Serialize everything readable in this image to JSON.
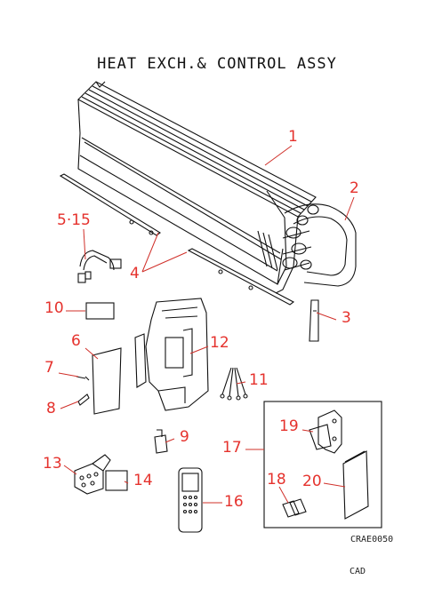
{
  "title": "HEAT EXCH.& CONTROL ASSY",
  "callouts": {
    "p1": "1",
    "p2": "2",
    "p3": "3",
    "p4": "4",
    "p5_15": "5·15",
    "p6": "6",
    "p7": "7",
    "p8": "8",
    "p9": "9",
    "p10": "10",
    "p11": "11",
    "p12": "12",
    "p13": "13",
    "p14": "14",
    "p16": "16",
    "p17": "17",
    "p18": "18",
    "p19": "19",
    "p20": "20"
  },
  "drawing_code": "CRAE0050",
  "cad_label": "CAD",
  "colors": {
    "callout": "#e5322d",
    "line": "#111111",
    "leader": "#d0302a"
  }
}
